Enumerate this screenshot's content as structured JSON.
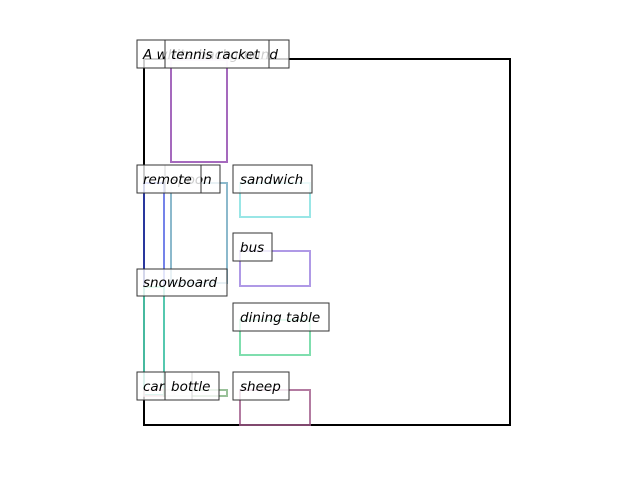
{
  "diagram": {
    "title": "",
    "boxes": [
      {
        "id": "box-sentence",
        "label": "A white background",
        "color": "#000000"
      },
      {
        "id": "box-tennis-racket",
        "label": "tennis racket",
        "color": "#8e44ad"
      },
      {
        "id": "box-remote",
        "label": "remote",
        "color": "#3b4fe0"
      },
      {
        "id": "box-spoon",
        "label": "spoon",
        "color": "#6fa8bf"
      },
      {
        "id": "box-sandwich",
        "label": "sandwich",
        "color": "#7fe0e0"
      },
      {
        "id": "box-bus",
        "label": "bus",
        "color": "#9b7fe0"
      },
      {
        "id": "box-snowboard",
        "label": "snowboard",
        "color": "#4fd9a0"
      },
      {
        "id": "box-dining-table",
        "label": "dining table",
        "color": "#5fd69a"
      },
      {
        "id": "box-car",
        "label": "car",
        "color": "#e89bb0"
      },
      {
        "id": "box-bottle",
        "label": "bottle",
        "color": "#7fb27f"
      },
      {
        "id": "box-sheep",
        "label": "sheep",
        "color": "#a05a8a"
      }
    ]
  }
}
